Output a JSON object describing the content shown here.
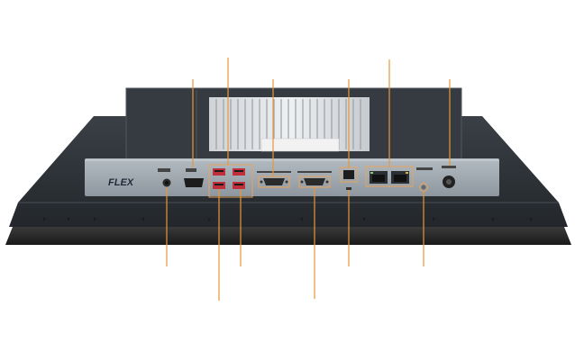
{
  "product": {
    "brand_logo_text": "FLEX"
  },
  "colors": {
    "callout_line": "#e8963a",
    "highlight_box": "#e8a25a",
    "io_plate": "#9aa3ab",
    "bezel": "#2f3439",
    "background": "#ffffff"
  },
  "callouts": [
    {
      "name": "callout-hdmi"
    },
    {
      "name": "callout-audio"
    },
    {
      "name": "callout-usb-top"
    },
    {
      "name": "callout-usb-left"
    },
    {
      "name": "callout-usb-right"
    },
    {
      "name": "callout-com1"
    },
    {
      "name": "callout-com2"
    },
    {
      "name": "callout-rj45-single"
    },
    {
      "name": "callout-led"
    },
    {
      "name": "callout-lan"
    },
    {
      "name": "callout-power-button"
    },
    {
      "name": "callout-dc-in"
    }
  ]
}
